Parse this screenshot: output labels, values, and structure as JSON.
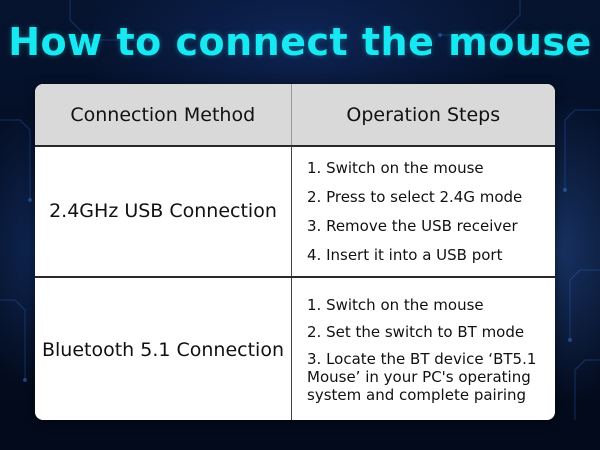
{
  "title": "How to connect the mouse",
  "table": {
    "headers": {
      "method": "Connection Method",
      "steps": "Operation Steps"
    },
    "rows": [
      {
        "method": "2.4GHz USB Connection",
        "steps": [
          "1. Switch on the mouse",
          "2. Press to select 2.4G mode",
          "3. Remove the USB receiver",
          "4. Insert it into a USB port"
        ]
      },
      {
        "method": "Bluetooth 5.1 Connection",
        "steps": [
          "1. Switch on the mouse",
          "2. Set the switch to BT mode",
          "3. Locate the BT device ‘BT5.1 Mouse’ in your PC's operating system and complete pairing"
        ]
      }
    ]
  },
  "colors": {
    "title": "#18e8f2",
    "background": "#061430",
    "header_bg": "#d9d9d9"
  }
}
